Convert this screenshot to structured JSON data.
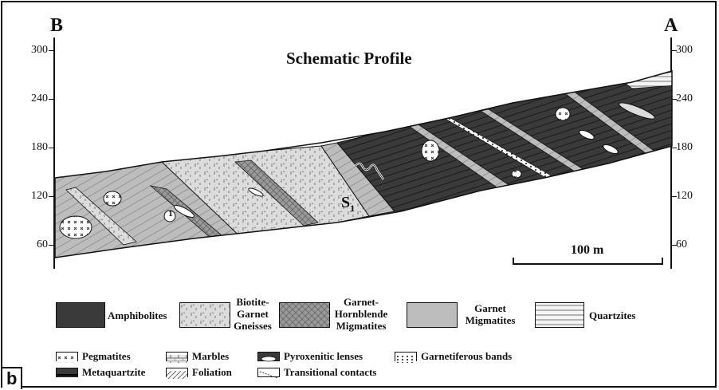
{
  "figure": {
    "title": "Schematic Profile",
    "left_end": "B",
    "right_end": "A",
    "panel_label": "b",
    "left_axis_ticks": [
      "300",
      "240",
      "180",
      "120",
      "60"
    ],
    "right_axis_ticks": [
      "300",
      "240",
      "180",
      "120",
      "60"
    ],
    "scale_bar": "100 m",
    "foliation_label": "S",
    "foliation_subscript": "1",
    "marker": "1"
  },
  "legend": {
    "units": [
      {
        "label": "Amphibolites",
        "pattern": "amphibolite"
      },
      {
        "label_lines": [
          "Biotite-",
          "Garnet",
          "Gneisses"
        ],
        "pattern": "gneiss"
      },
      {
        "label_lines": [
          "Garnet-",
          "Hornblende",
          "Migmatites"
        ],
        "pattern": "hbl-migmatite"
      },
      {
        "label_lines": [
          "Garnet",
          "Migmatites"
        ],
        "pattern": "garnet-migmatite"
      },
      {
        "label": "Quartzites",
        "pattern": "quartzite"
      }
    ],
    "symbols": [
      {
        "label": "Pegmatites",
        "pattern": "pegmatite"
      },
      {
        "label": "Marbles",
        "pattern": "marble"
      },
      {
        "label": "Pyroxenitic lenses",
        "pattern": "lens"
      },
      {
        "label": "Garnetiferous bands",
        "pattern": "garnetiferous"
      },
      {
        "label": "Metaquartzite",
        "pattern": "metaquartzite"
      },
      {
        "label": "Foliation",
        "pattern": "foliation"
      },
      {
        "label": "Transitional contacts",
        "pattern": "transitional"
      }
    ]
  },
  "colors": {
    "amphibolite": "#3a3a3a",
    "gneiss": "#dcdcdc",
    "hbl_migmatite": "#9a9a9a",
    "garnet_migmatite": "#bdbdbd",
    "quartzite": "#f4f4f4"
  }
}
